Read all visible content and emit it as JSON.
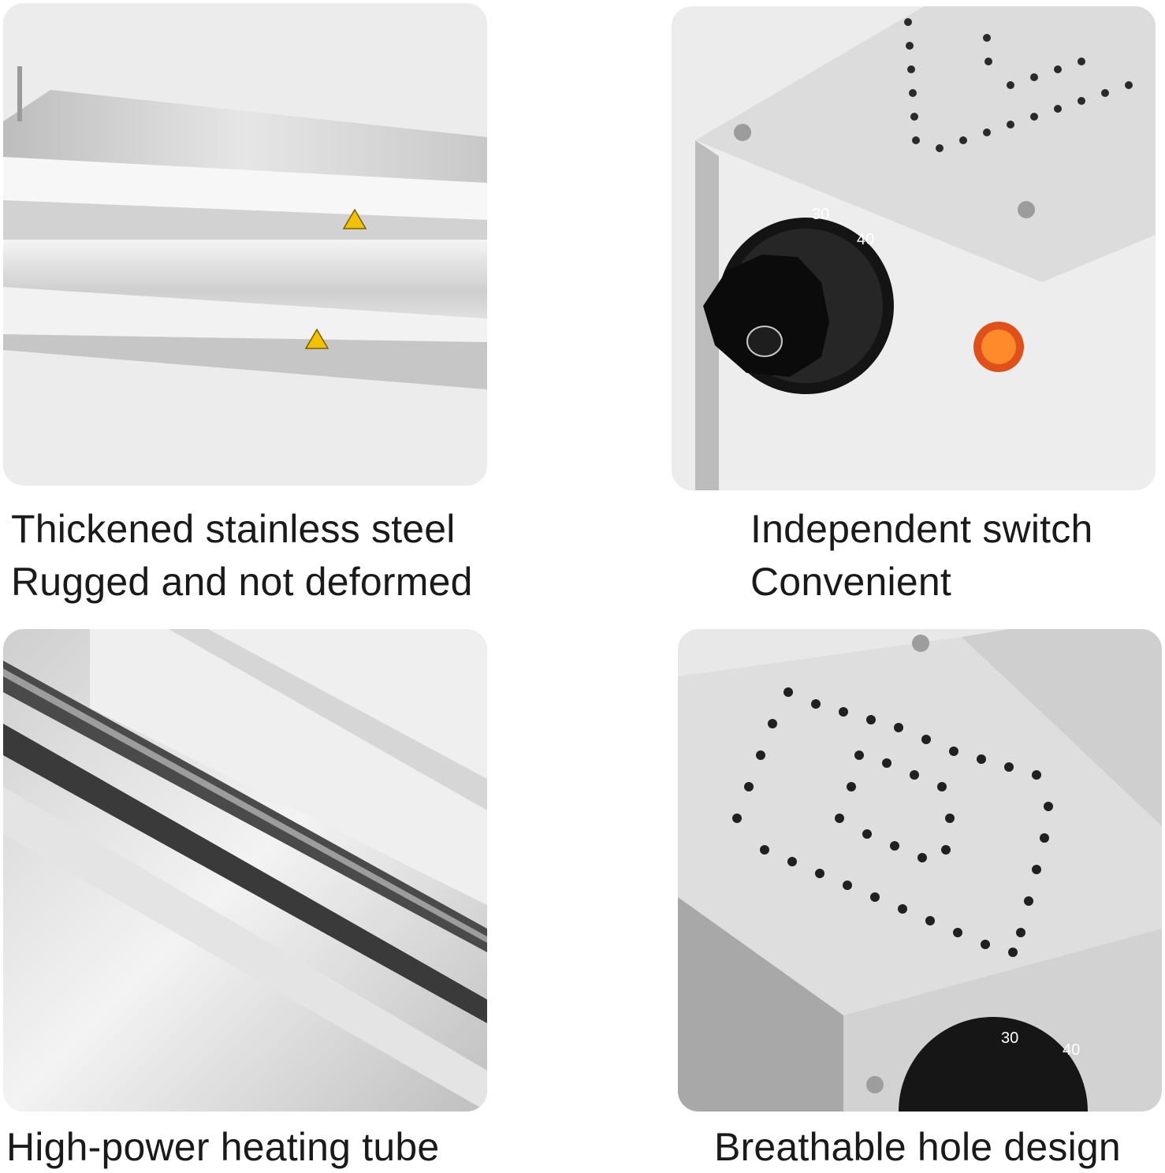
{
  "panels": [
    {
      "id": "stainless-steel-trays",
      "caption_lines": [
        "Thickened stainless steel",
        "Rugged and not deformed"
      ]
    },
    {
      "id": "temperature-knob",
      "caption_lines": [
        "Independent switch",
        "Convenient"
      ],
      "dial_marks": [
        "30",
        "40"
      ]
    },
    {
      "id": "heating-tube",
      "caption_lines": [
        "High-power heating tube"
      ]
    },
    {
      "id": "vent-holes",
      "caption_lines": [
        "Breathable hole design"
      ],
      "dial_marks": [
        "30",
        "40"
      ]
    }
  ],
  "colors": {
    "steel": "#d9d9d9",
    "background": "#ffffff",
    "warning": "#f2c200",
    "indicator": "#e0501a",
    "knob": "#161616"
  }
}
